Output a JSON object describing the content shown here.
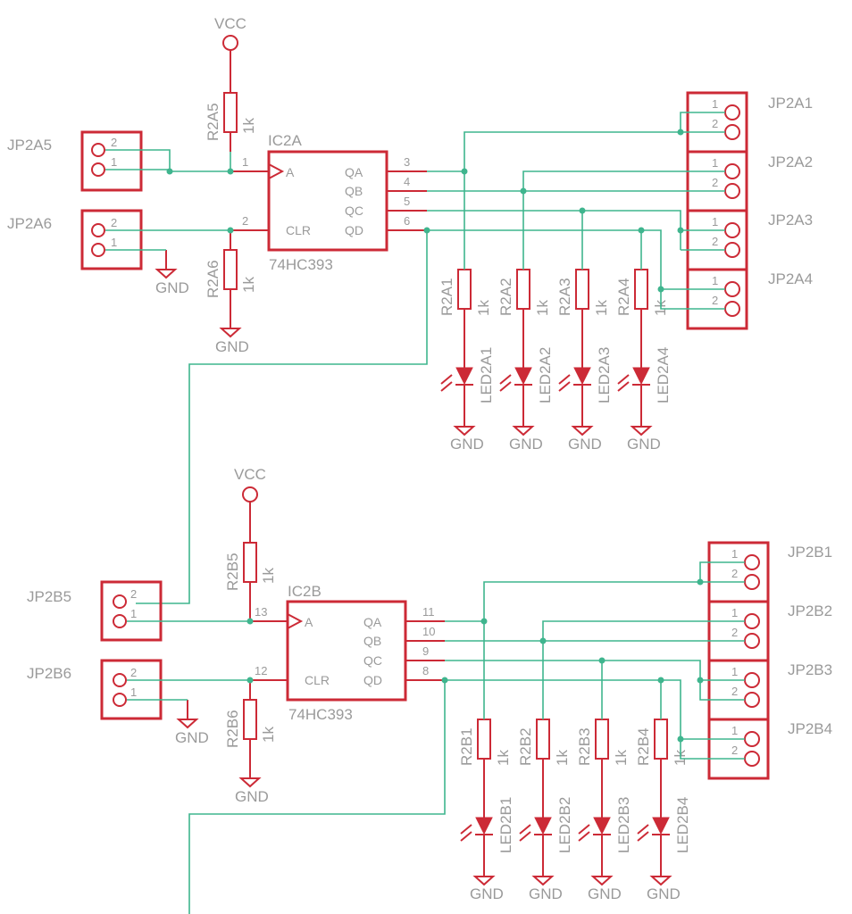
{
  "power": {
    "vcc": "VCC",
    "gnd": "GND"
  },
  "ic_a": {
    "name": "IC2A",
    "value": "74HC393",
    "pin_a": "1",
    "pin_clr": "2",
    "pin_qa": "3",
    "pin_qb": "4",
    "pin_qc": "5",
    "pin_qd": "6"
  },
  "ic_b": {
    "name": "IC2B",
    "value": "74HC393",
    "pin_a": "13",
    "pin_clr": "12",
    "pin_qa": "11",
    "pin_qb": "10",
    "pin_qc": "9",
    "pin_qd": "8"
  },
  "ic_pin_names": {
    "a": "A",
    "clr": "CLR",
    "qa": "QA",
    "qb": "QB",
    "qc": "QC",
    "qd": "QD"
  },
  "resistor_value": "1k",
  "resistors_a": {
    "r5": "R2A5",
    "r6": "R2A6",
    "r1": "R2A1",
    "r2": "R2A2",
    "r3": "R2A3",
    "r4": "R2A4"
  },
  "resistors_b": {
    "r5": "R2B5",
    "r6": "R2B6",
    "r1": "R2B1",
    "r2": "R2B2",
    "r3": "R2B3",
    "r4": "R2B4"
  },
  "leds_a": {
    "l1": "LED2A1",
    "l2": "LED2A2",
    "l3": "LED2A3",
    "l4": "LED2A4"
  },
  "leds_b": {
    "l1": "LED2B1",
    "l2": "LED2B2",
    "l3": "LED2B3",
    "l4": "LED2B4"
  },
  "jumpers_a": {
    "j1": "JP2A1",
    "j2": "JP2A2",
    "j3": "JP2A3",
    "j4": "JP2A4",
    "j5": "JP2A5",
    "j6": "JP2A6"
  },
  "jumpers_b": {
    "j1": "JP2B1",
    "j2": "JP2B2",
    "j3": "JP2B3",
    "j4": "JP2B4",
    "j5": "JP2B5",
    "j6": "JP2B6"
  },
  "pins": {
    "p1": "1",
    "p2": "2"
  }
}
